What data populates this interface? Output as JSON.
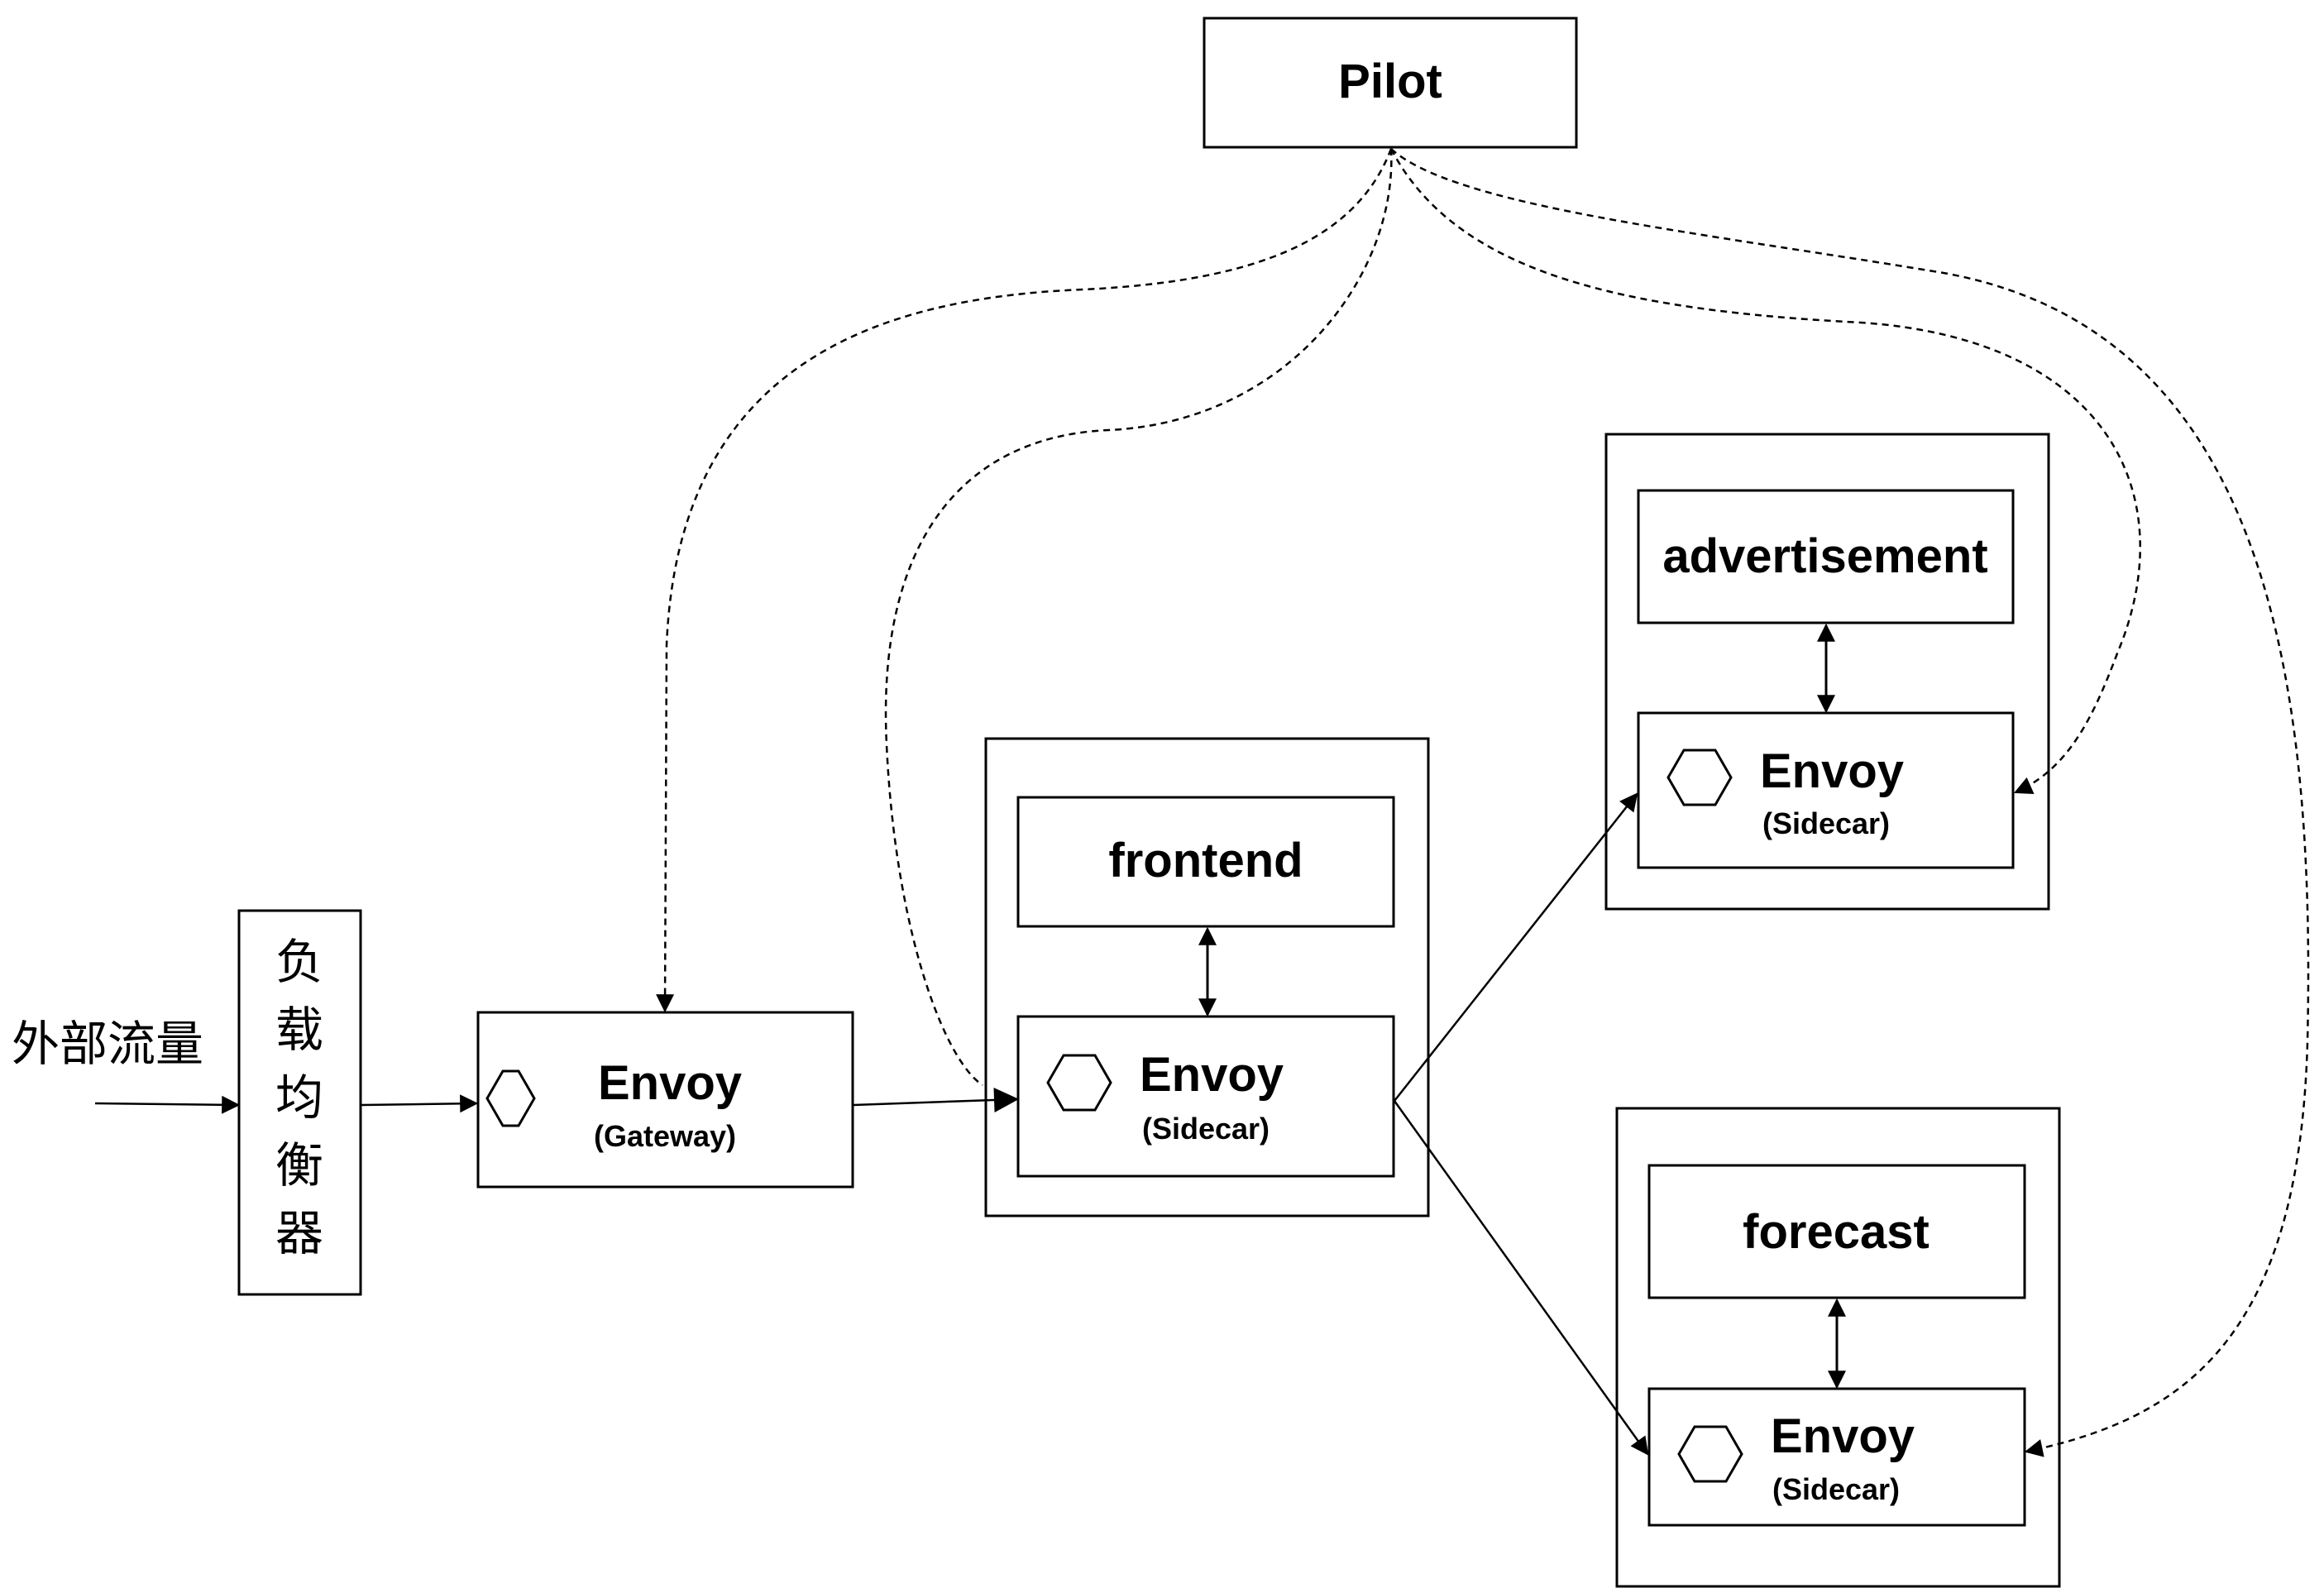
{
  "external_traffic": "外部流量",
  "load_balancer": [
    "负",
    "载",
    "均",
    "衡",
    "器"
  ],
  "pilot": {
    "label": "Pilot"
  },
  "gateway": {
    "title": "Envoy",
    "subtitle": "(Gateway)",
    "icon": "hexagon-icon"
  },
  "frontend": {
    "service": "frontend",
    "envoy": {
      "title": "Envoy",
      "subtitle": "(Sidecar)",
      "icon": "hexagon-icon"
    }
  },
  "advertisement": {
    "service": "advertisement",
    "envoy": {
      "title": "Envoy",
      "subtitle": "(Sidecar)",
      "icon": "hexagon-icon"
    }
  },
  "forecast": {
    "service": "forecast",
    "envoy": {
      "title": "Envoy",
      "subtitle": "(Sidecar)",
      "icon": "hexagon-icon"
    }
  },
  "colors": {
    "stroke": "#000000",
    "background": "#ffffff"
  }
}
